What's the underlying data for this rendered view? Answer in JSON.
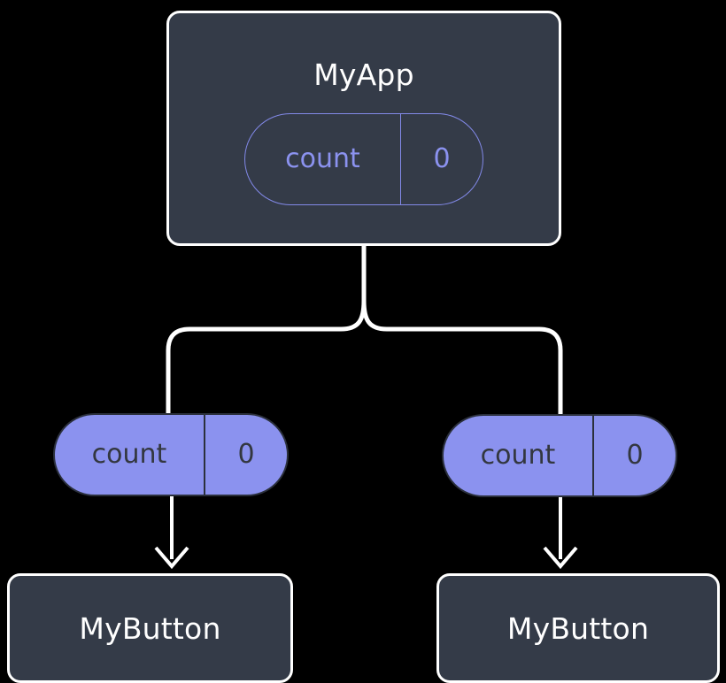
{
  "diagram": {
    "type": "component-state-tree",
    "background_color": "#000000",
    "palette": {
      "box_fill": "#343b48",
      "box_stroke": "#ffffff",
      "pill_fill": "#8b92ef",
      "pill_stroke_dark": "#2b303c",
      "pill_outline_accent": "#8289e8",
      "accent_text": "#8b92ef",
      "box_text": "#ffffff",
      "pill_text_dark": "#33373f",
      "connector": "#ffffff"
    },
    "root": {
      "title": "MyApp",
      "state": {
        "key": "count",
        "value": "0"
      }
    },
    "children": [
      {
        "prop": {
          "key": "count",
          "value": "0"
        },
        "title": "MyButton"
      },
      {
        "prop": {
          "key": "count",
          "value": "0"
        },
        "title": "MyButton"
      }
    ],
    "connectors": {
      "fork_label": "parent-to-children-fork",
      "arrow_label": "prop-to-component-arrow"
    }
  }
}
